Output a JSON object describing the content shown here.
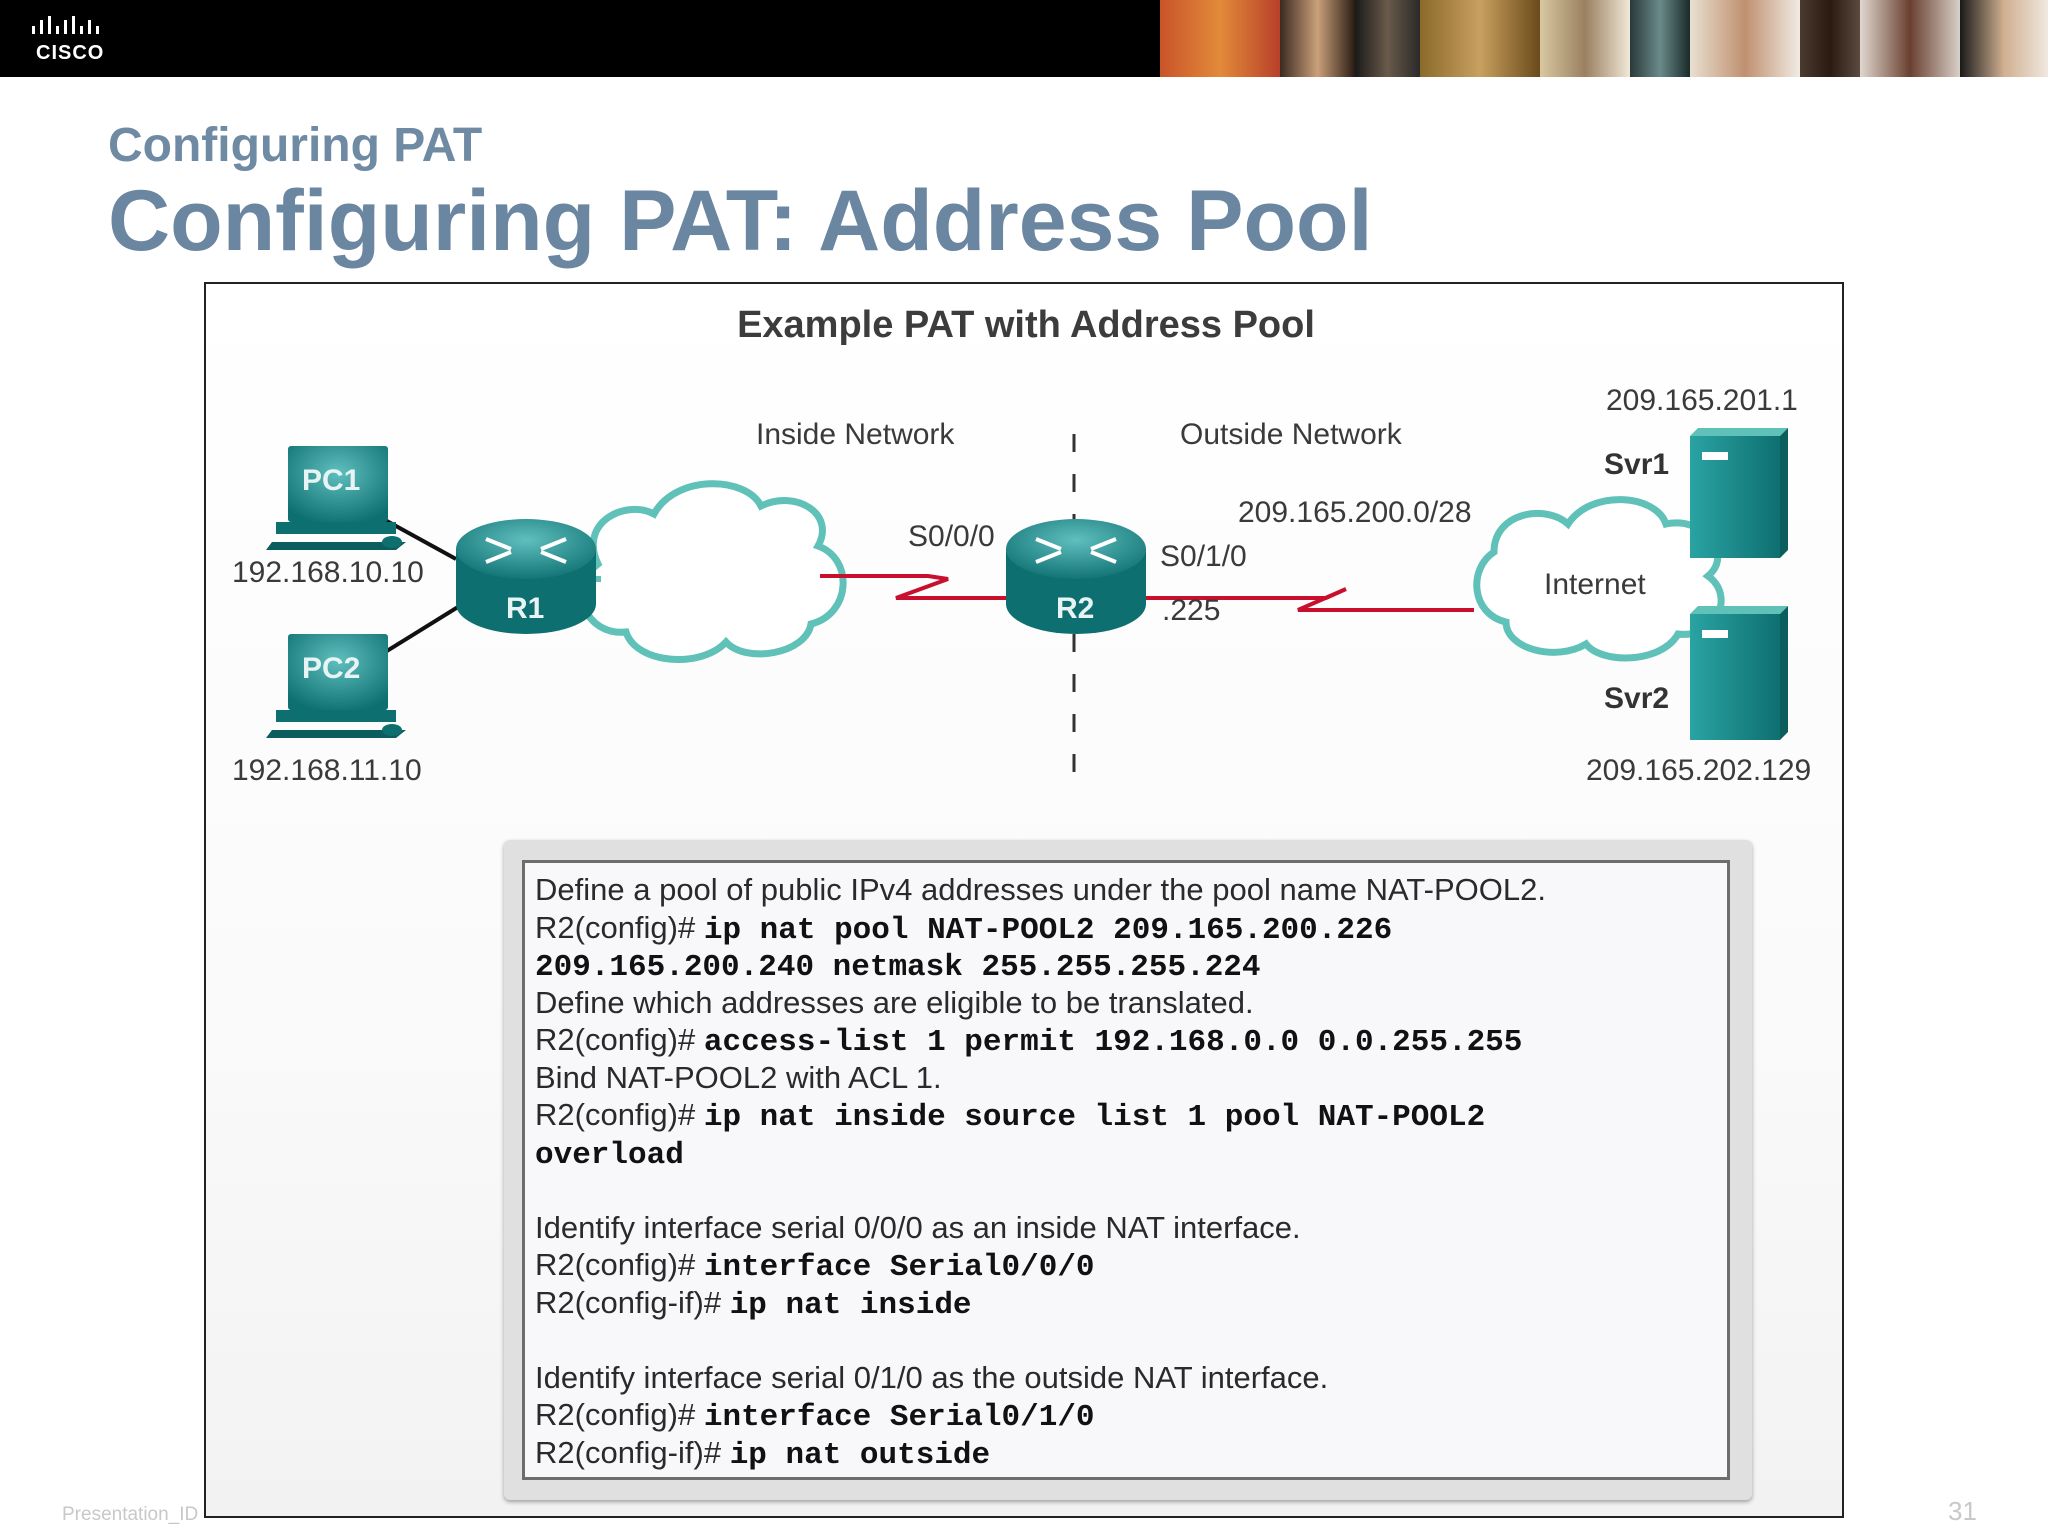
{
  "header": {
    "logo_text": "CISCO",
    "colors": {
      "bar": "#000000"
    }
  },
  "slide": {
    "subtitle": "Configuring PAT",
    "title": "Configuring PAT: Address Pool"
  },
  "figure": {
    "title": "Example PAT with Address Pool",
    "inside_label": "Inside Network",
    "outside_label": "Outside Network",
    "pc1": {
      "name": "PC1",
      "ip": "192.168.10.10"
    },
    "pc2": {
      "name": "PC2",
      "ip": "192.168.11.10"
    },
    "r1": "R1",
    "r2": "R2",
    "r2_s000": "S0/0/0",
    "r2_s010": "S0/1/0",
    "r2_host": ".225",
    "outside_subnet": "209.165.200.0/28",
    "internet": "Internet",
    "svr1": {
      "name": "Svr1",
      "ip": "209.165.201.1"
    },
    "svr2": {
      "name": "Svr2",
      "ip": "209.165.202.129"
    },
    "colors": {
      "device": "#1e8c8c",
      "link_serial": "#c8102e",
      "cloud": "#5fc1b8"
    }
  },
  "commands": {
    "l1": "Define a pool of public IPv4 addresses under the pool name NAT-POOL2.",
    "l2_prompt": "R2(config)# ",
    "l2_cmd": "ip nat pool NAT-POOL2 209.165.200.226",
    "l3_cmd": "209.165.200.240 netmask 255.255.255.224",
    "l4": "Define which addresses are eligible to be translated.",
    "l5_prompt": "R2(config)# ",
    "l5_cmd": "access-list 1 permit 192.168.0.0 0.0.255.255",
    "l6": "Bind NAT-POOL2 with ACL 1.",
    "l7_prompt": "R2(config)# ",
    "l7_cmd": "ip nat inside source list 1 pool NAT-POOL2",
    "l8_cmd": "overload",
    "l9": "Identify interface serial 0/0/0 as an inside NAT interface.",
    "l10_prompt": "R2(config)# ",
    "l10_cmd": "interface Serial0/0/0",
    "l11_prompt": "R2(config-if)# ",
    "l11_cmd": "ip nat inside",
    "l12": "Identify interface serial 0/1/0 as the outside NAT interface.",
    "l13_prompt": "R2(config)# ",
    "l13_cmd": "interface Serial0/1/0",
    "l14_prompt": "R2(config-if)# ",
    "l14_cmd": "ip nat outside"
  },
  "footer": {
    "left": "Presentation_ID",
    "page": "31"
  }
}
